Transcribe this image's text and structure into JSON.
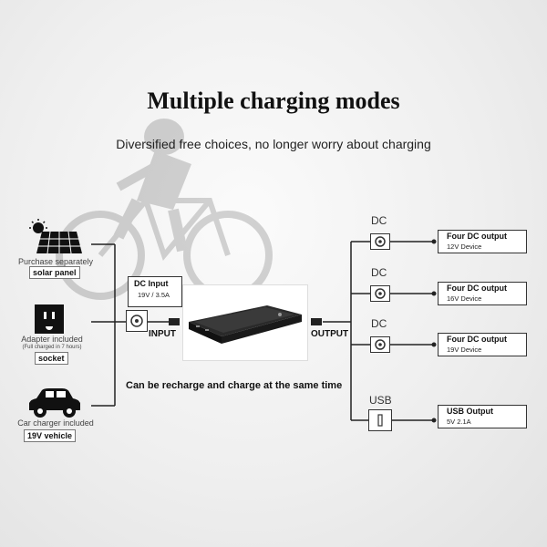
{
  "title": "Multiple charging modes",
  "subtitle": "Diversified free choices, no longer worry about charging",
  "inputs": {
    "solar": {
      "caption": "Purchase separately",
      "label": "solar panel",
      "icon": "solar-panel-icon"
    },
    "adapter": {
      "caption": "Adapter included",
      "note": "(Full charged in 7 hours)",
      "label": "socket",
      "icon": "wall-socket-icon"
    },
    "car": {
      "caption": "Car charger included",
      "label": "19V  vehicle",
      "icon": "car-icon"
    }
  },
  "dc_input": {
    "title": "DC Input",
    "spec": "19V / 3.5A"
  },
  "input_label": "INPUT",
  "output_label": "OUTPUT",
  "recharge_note": "Can be recharge and charge at the same time",
  "outputs": [
    {
      "port": "DC",
      "title": "Four DC output",
      "spec": "12V Device"
    },
    {
      "port": "DC",
      "title": "Four DC output",
      "spec": "16V Device"
    },
    {
      "port": "DC",
      "title": "Four DC output",
      "spec": "19V Device"
    },
    {
      "port": "USB",
      "title": "USB Output",
      "spec": "5V  2.1A"
    }
  ],
  "colors": {
    "line": "#222222",
    "text": "#111111",
    "caption": "#444444"
  }
}
